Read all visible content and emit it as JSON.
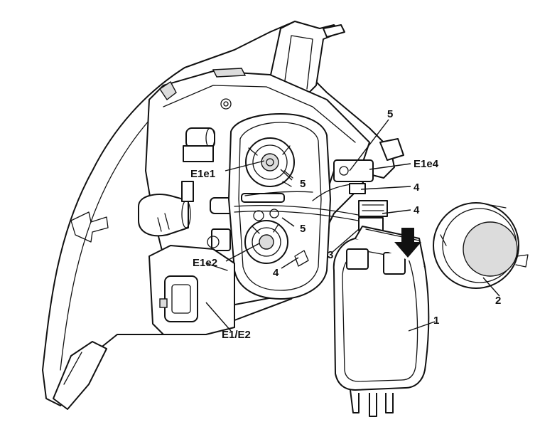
{
  "callouts": {
    "e1e1": "E1e1",
    "e1e2": "E1e2",
    "e1e4": "E1e4",
    "e1e2_connector": "E1/E2",
    "n5_top": "5",
    "n5_mid_upper": "5",
    "n5_mid_lower": "5",
    "n4_upper": "4",
    "n4_middle": "4",
    "n4_lower": "4",
    "n3": "3",
    "n2": "2",
    "n1": "1"
  },
  "icons": {
    "arrow": "down-arrow-icon"
  },
  "colors": {
    "ink": "#111111",
    "paper": "#ffffff",
    "shade": "#dcdcdc"
  }
}
